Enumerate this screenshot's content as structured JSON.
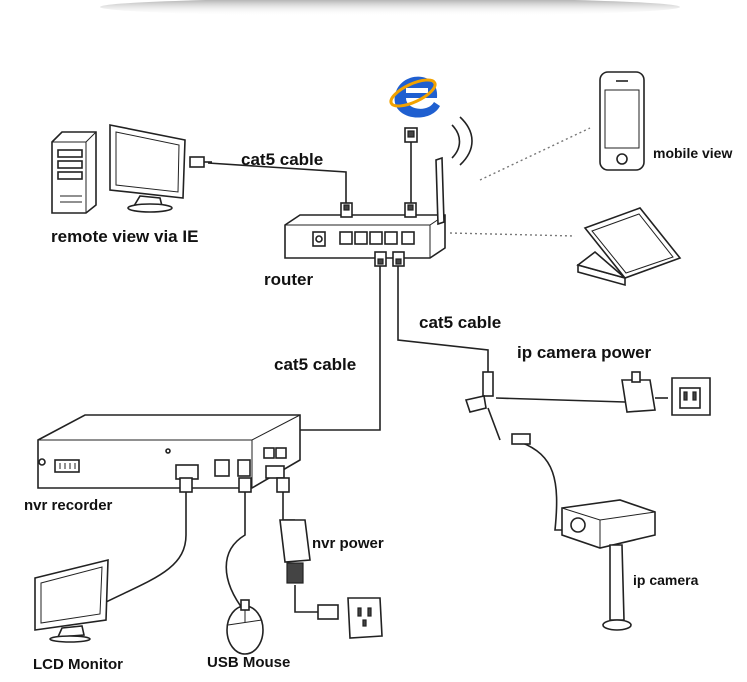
{
  "labels": {
    "remote_view": "remote view via IE",
    "cat5_top": "cat5 cable",
    "router": "router",
    "mobile_view": "mobile view",
    "cat5_mid": "cat5 cable",
    "cat5_right": "cat5 cable",
    "ip_camera_power": "ip camera power",
    "nvr_recorder": "nvr recorder",
    "nvr_power": "nvr power",
    "ip_camera": "ip camera",
    "lcd_monitor": "LCD Monitor",
    "usb_mouse": "USB Mouse"
  },
  "icons": {
    "browser": "internet-explorer-icon",
    "accent": "#1f5fd0"
  }
}
